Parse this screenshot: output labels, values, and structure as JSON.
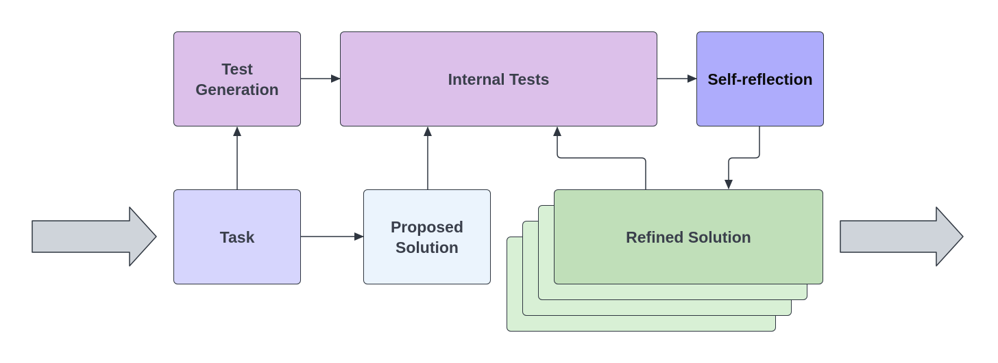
{
  "diagram": {
    "nodes": {
      "test_generation": {
        "label": "Test\nGeneration",
        "color": "#dcc0ea"
      },
      "internal_tests": {
        "label": "Internal Tests",
        "color": "#dcc0ea"
      },
      "self_reflection": {
        "label": "Self-reflection",
        "color": "#aeacfc"
      },
      "task": {
        "label": "Task",
        "color": "#d6d5fd"
      },
      "proposed_solution": {
        "label": "Proposed\nSolution",
        "color": "#ebf4fd"
      },
      "refined_solution": {
        "label": "Refined Solution",
        "color": "#c0dfb9",
        "stack_color": "#d8f0d5"
      }
    },
    "colors": {
      "edge": "#2f3640",
      "io_arrow": "#cfd4da"
    }
  }
}
